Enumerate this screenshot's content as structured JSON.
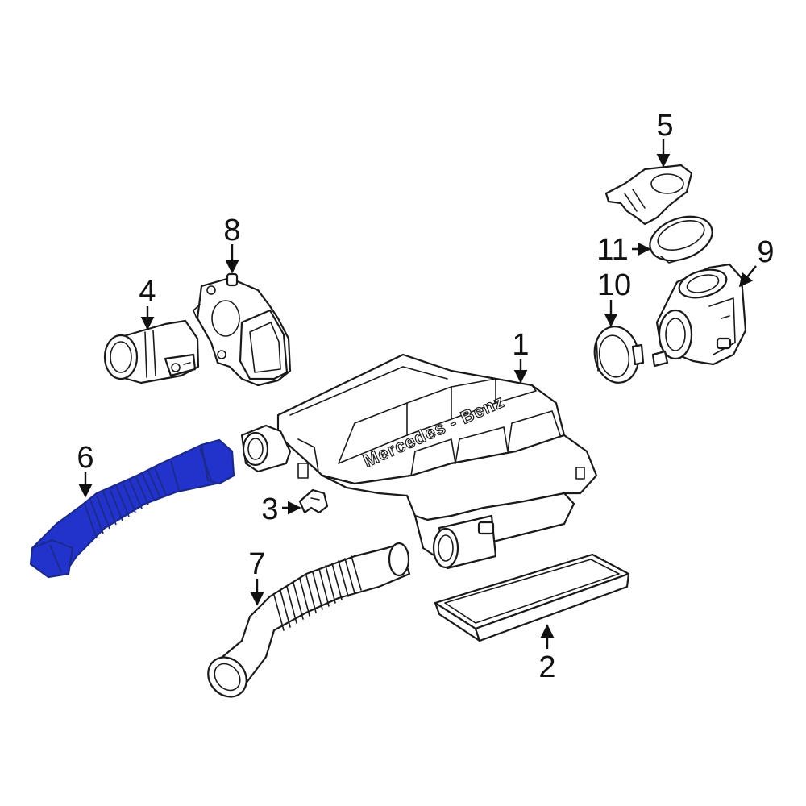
{
  "diagram": {
    "brand_text": "Mercedes - Benz",
    "highlight_color": "#2233cc",
    "line_color": "#1a1a1a",
    "callouts": [
      "1",
      "2",
      "3",
      "4",
      "5",
      "6",
      "7",
      "8",
      "9",
      "10",
      "11"
    ],
    "highlighted_part": "6"
  }
}
